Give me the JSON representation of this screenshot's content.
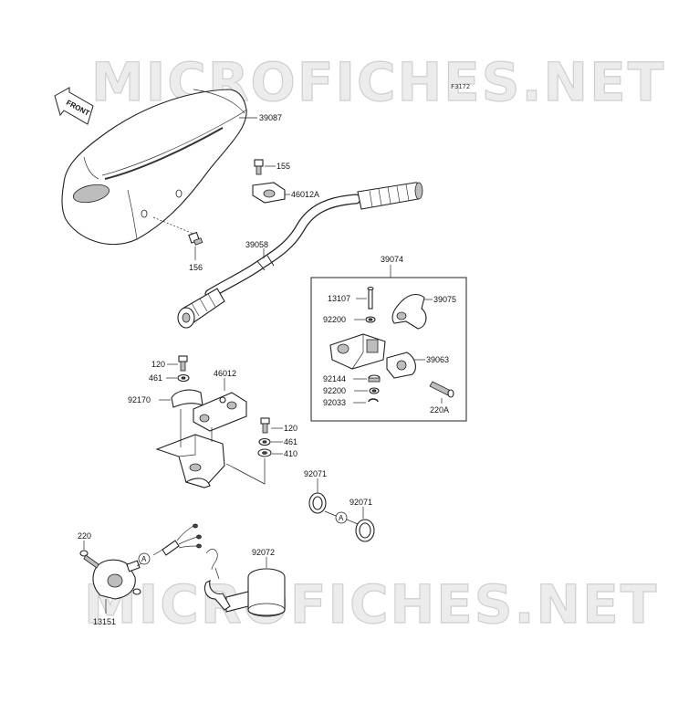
{
  "diagram": {
    "figure_code": "F3172",
    "front_label": "FRONT",
    "watermark": "MICROFICHES.NET",
    "callout_letter": "A",
    "parts": [
      {
        "id": "p39087",
        "number": "39087"
      },
      {
        "id": "p155",
        "number": "155"
      },
      {
        "id": "p46012A",
        "number": "46012A"
      },
      {
        "id": "p39058",
        "number": "39058"
      },
      {
        "id": "p156",
        "number": "156"
      },
      {
        "id": "p39074",
        "number": "39074"
      },
      {
        "id": "p13107",
        "number": "13107"
      },
      {
        "id": "p39075",
        "number": "39075"
      },
      {
        "id": "p92200a",
        "number": "92200"
      },
      {
        "id": "p39063",
        "number": "39063"
      },
      {
        "id": "p92144",
        "number": "92144"
      },
      {
        "id": "p92200b",
        "number": "92200"
      },
      {
        "id": "p92033",
        "number": "92033"
      },
      {
        "id": "p220A",
        "number": "220A"
      },
      {
        "id": "p120a",
        "number": "120"
      },
      {
        "id": "p461a",
        "number": "461"
      },
      {
        "id": "p46012",
        "number": "46012"
      },
      {
        "id": "p92170",
        "number": "92170"
      },
      {
        "id": "p120b",
        "number": "120"
      },
      {
        "id": "p461b",
        "number": "461"
      },
      {
        "id": "p410",
        "number": "410"
      },
      {
        "id": "p92071a",
        "number": "92071"
      },
      {
        "id": "p92071b",
        "number": "92071"
      },
      {
        "id": "p220",
        "number": "220"
      },
      {
        "id": "p92072",
        "number": "92072"
      },
      {
        "id": "p13151",
        "number": "13151"
      }
    ]
  }
}
